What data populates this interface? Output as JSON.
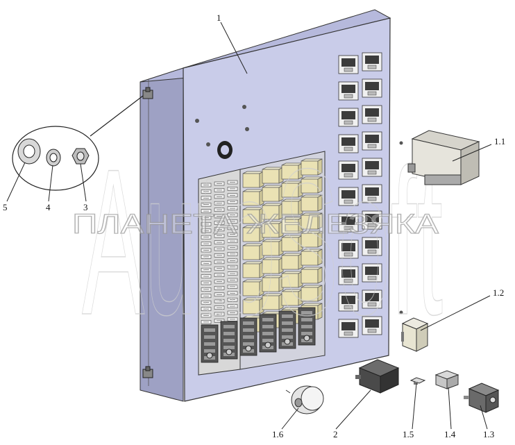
{
  "watermark": {
    "brand": "AutoSoft",
    "caption": "ПЛАНЕТА ЖЕЛЕЗЯКА"
  },
  "callouts": [
    {
      "id": "1",
      "text": "1"
    },
    {
      "id": "1.1",
      "text": "1.1"
    },
    {
      "id": "1.2",
      "text": "1.2"
    },
    {
      "id": "1.3",
      "text": "1.3"
    },
    {
      "id": "1.4",
      "text": "1.4"
    },
    {
      "id": "1.5",
      "text": "1.5"
    },
    {
      "id": "1.6",
      "text": "1.6"
    },
    {
      "id": "2",
      "text": "2"
    },
    {
      "id": "3",
      "text": "3"
    },
    {
      "id": "4",
      "text": "4"
    },
    {
      "id": "5",
      "text": "5"
    }
  ],
  "colors": {
    "panel_face": "#c9cce9",
    "panel_side": "#9ea1c4",
    "panel_top": "#b6b9dc",
    "relay_yellow": "#eae2b4",
    "outline": "#333333",
    "watermark": "#cfcfcf"
  }
}
